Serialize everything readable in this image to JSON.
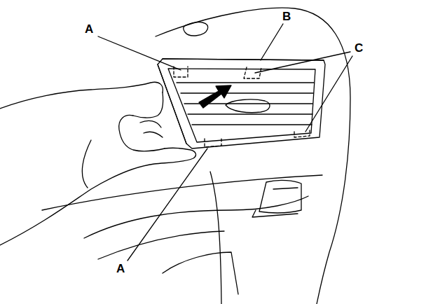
{
  "diagram": {
    "labels": [
      "A",
      "B",
      "C",
      "A"
    ]
  }
}
